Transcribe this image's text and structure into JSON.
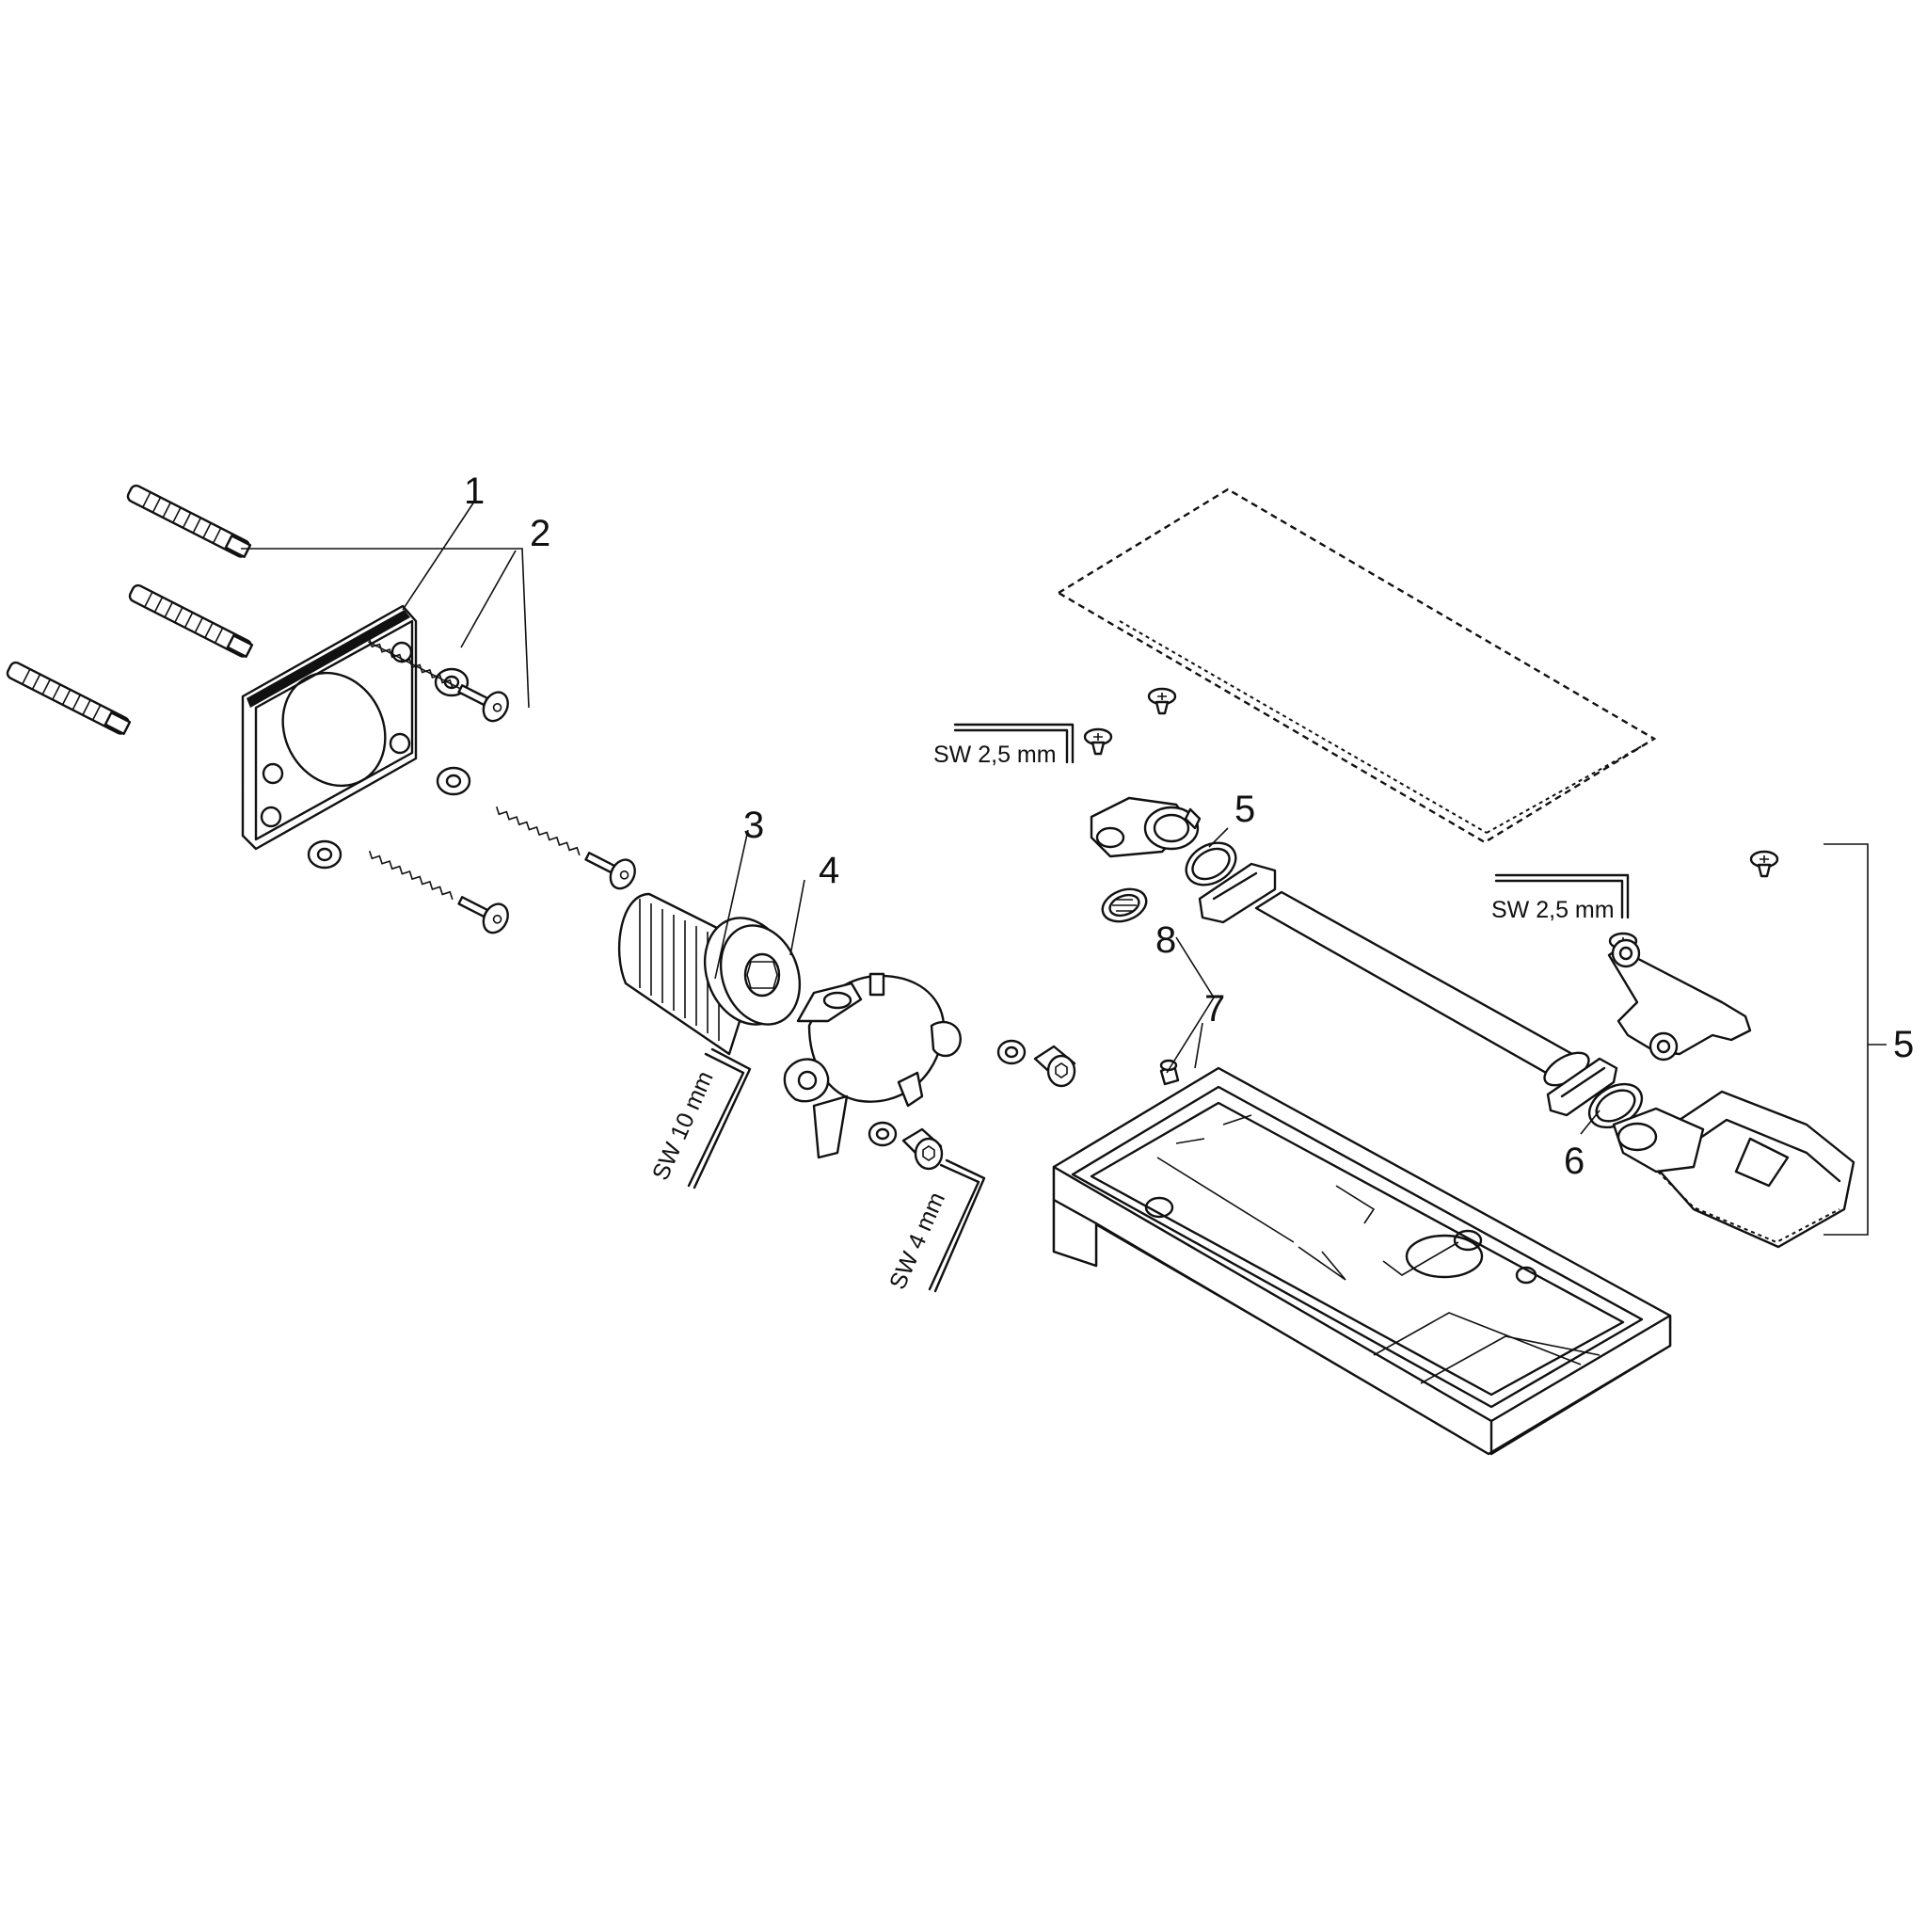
{
  "callouts": {
    "c1": "1",
    "c2": "2",
    "c3": "3",
    "c4": "4",
    "c5a": "5",
    "c5b": "5",
    "c6": "6",
    "c7": "7",
    "c8": "8"
  },
  "tools": {
    "sw10": "SW 10 mm",
    "sw4": "SW 4 mm",
    "sw25a": "SW 2,5 mm",
    "sw25b": "SW 2,5 mm"
  },
  "icons": [
    "wall-plug-icon",
    "mounting-plate-icon",
    "washer-icon",
    "wood-screw-icon",
    "threaded-nipple-icon",
    "connector-body-icon",
    "hex-key-icon",
    "spout-cover-plate-icon",
    "spout-body-icon",
    "flat-hose-icon",
    "hose-clip-icon",
    "o-ring-icon",
    "aerator-icon",
    "grub-screw-icon",
    "cap-screw-icon"
  ]
}
